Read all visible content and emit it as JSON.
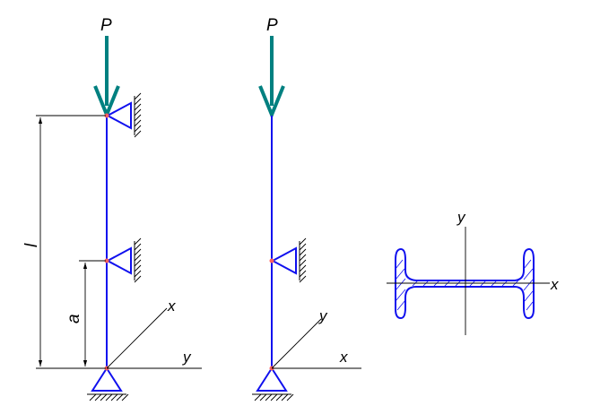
{
  "labels": {
    "load": "P",
    "length": "l",
    "support_height": "a",
    "axis_x": "x",
    "axis_y": "y"
  },
  "colors": {
    "column": "#1010ee",
    "load_arrow": "#008080",
    "support": "#1010ee",
    "hinge": "#ff6060",
    "ground_hatch": "#000000",
    "section_outline": "#1010ee",
    "dimension": "#000000"
  }
}
